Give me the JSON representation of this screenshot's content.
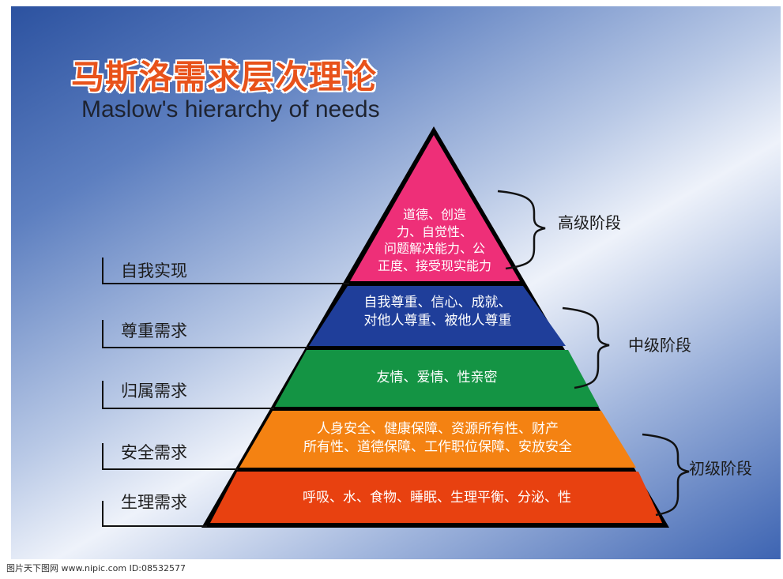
{
  "title_cn": "马斯洛需求层次理论",
  "title_en": "Maslow's hierarchy of needs",
  "levels": [
    {
      "name": "自我实现",
      "lines": [
        "道德、创造",
        "力、自觉性、",
        "问题解决能力、公",
        "正度、接受现实能力"
      ],
      "color": "#ee2f78"
    },
    {
      "name": "尊重需求",
      "lines": [
        "自我尊重、信心、成就、",
        "对他人尊重、被他人尊重"
      ],
      "color": "#1f3e9a"
    },
    {
      "name": "归属需求",
      "lines": [
        "友情、爱情、性亲密"
      ],
      "color": "#149444"
    },
    {
      "name": "安全需求",
      "lines": [
        "人身安全、健康保障、资源所有性、财产",
        "所有性、道德保障、工作职位保障、安放安全"
      ],
      "color": "#f48212"
    },
    {
      "name": "生理需求",
      "lines": [
        "呼吸、水、食物、睡眠、生理平衡、分泌、性"
      ],
      "color": "#e84110"
    }
  ],
  "stages": {
    "high": "高级阶段",
    "middle": "中级阶段",
    "basic": "初级阶段"
  },
  "watermark": "图片天下图网 www.nipic.com    ID:08532577"
}
